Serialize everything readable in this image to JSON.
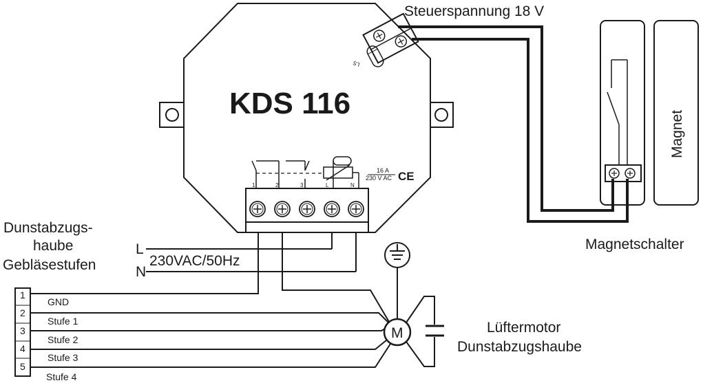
{
  "device": {
    "title": "KDS 116",
    "relay_rating_current": "16 A",
    "relay_rating_voltage": "230 V AC",
    "ce_mark": "CE",
    "terminals": [
      "1",
      "2",
      "3",
      "L",
      "N"
    ],
    "control_terminal_mark": "LS"
  },
  "control_voltage": "Steuerspannung 18 V",
  "magnet_switch": {
    "label": "Magnetschalter",
    "magnet_label": "Magnet"
  },
  "mains": {
    "l_label": "L",
    "n_label": "N",
    "voltage_label": "230VAC/50Hz"
  },
  "hood": {
    "label_lines": [
      "Dunstabzugs-",
      "haube",
      "Gebläsestufen"
    ],
    "terminal_numbers": [
      "1",
      "2",
      "3",
      "4",
      "5"
    ],
    "wire_labels": [
      "GND",
      "Stufe 1",
      "Stufe 2",
      "Stufe 3",
      "Stufe 4"
    ]
  },
  "motor": {
    "symbol": "M",
    "label_lines": [
      "Lüftermotor",
      "Dunstabzugshaube"
    ]
  }
}
